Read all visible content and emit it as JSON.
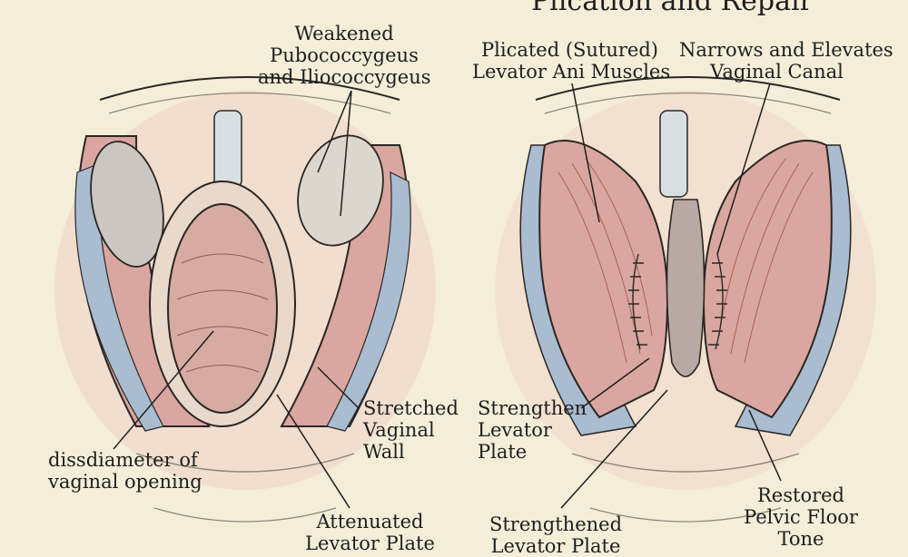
{
  "title": "Plication and Repair",
  "colors": {
    "background": "#f4eed9",
    "muscle": "#d9a7a0",
    "muscle_dark": "#b5706c",
    "fascia_blue": "#a9bcd0",
    "tissue_pink": "#e8b8b0",
    "ink": "#2a2624"
  },
  "left_labels": {
    "weakened": "Weakened\nPubococcygeus\nand Iliococcygeus",
    "diameter": "dissdiameter of\nvaginal opening",
    "stretched": "Stretched\nVaginal\nWall",
    "attenuated": "Attenuated\nLevator Plate"
  },
  "right_labels": {
    "plicated": "Plicated (Sutured)\nLevator Ani Muscles",
    "narrows": "Narrows and Elevates\nVaginal Canal",
    "strengthen": "Strengthen\nLevator\nPlate",
    "strengthened": "Strengthened\nLevator Plate",
    "restored": "Restored\nPelvic Floor\nTone"
  }
}
